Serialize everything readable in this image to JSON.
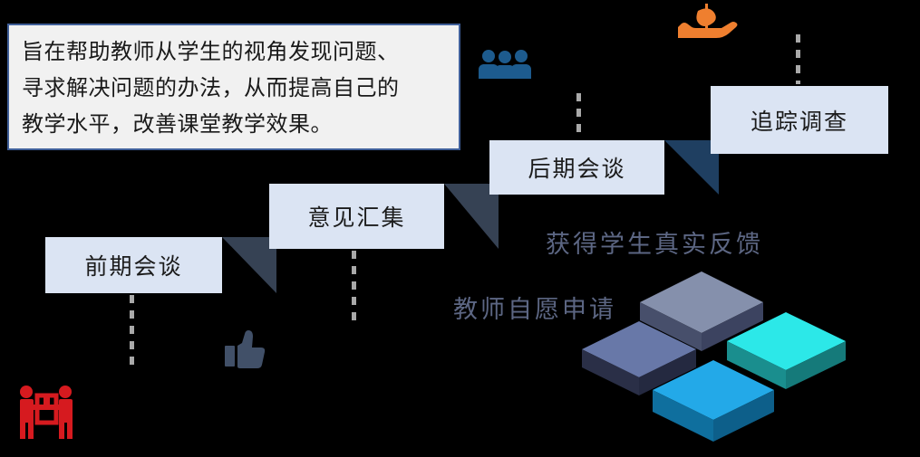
{
  "description": {
    "lines": [
      "旨在帮助教师从学生的视角发现问题、",
      "寻求解决问题的办法，从而提高自己的",
      "教学水平，改善课堂教学效果。"
    ],
    "border_color": "#3f5f99",
    "background_color": "#f1f1f1"
  },
  "steps": [
    {
      "label": "前期会谈",
      "order": "1"
    },
    {
      "label": "意见汇集",
      "order": "2"
    },
    {
      "label": "后期会谈",
      "order": "3"
    },
    {
      "label": "追踪调查",
      "order": "4"
    }
  ],
  "captions": [
    {
      "text": "获得学生真实反馈"
    },
    {
      "text": "教师自愿申请"
    }
  ],
  "icons": [
    {
      "name": "people-carrying-box-icon",
      "color": "#d61a1f"
    },
    {
      "name": "thumbs-up-icon",
      "color": "#415068"
    },
    {
      "name": "people-group-icon",
      "color": "#1d5b8e"
    },
    {
      "name": "hand-holding-money-icon",
      "color": "#ef7f2f"
    }
  ],
  "blocks": [
    {
      "name": "block-gray-blue",
      "top_color": "#8590ac",
      "left_color": "#474f6b",
      "right_color": "#3c4360"
    },
    {
      "name": "block-slate-blue",
      "top_color": "#6878a8",
      "left_color": "#2a2f47",
      "right_color": "#242940"
    },
    {
      "name": "block-cyan",
      "top_color": "#2ce8e8",
      "left_color": "#1a8e8e",
      "right_color": "#157a7a"
    },
    {
      "name": "block-blue",
      "top_color": "#23a9e8",
      "left_color": "#0f6f9e",
      "right_color": "#0d5f8a"
    }
  ],
  "theme": {
    "background": "#000000",
    "step_fill": "#dbe4f3",
    "arrow_dark": "#364254",
    "arrow_navy": "#1f3f61",
    "dash_color": "#a9a9a9",
    "caption_color": "#5c6683"
  }
}
